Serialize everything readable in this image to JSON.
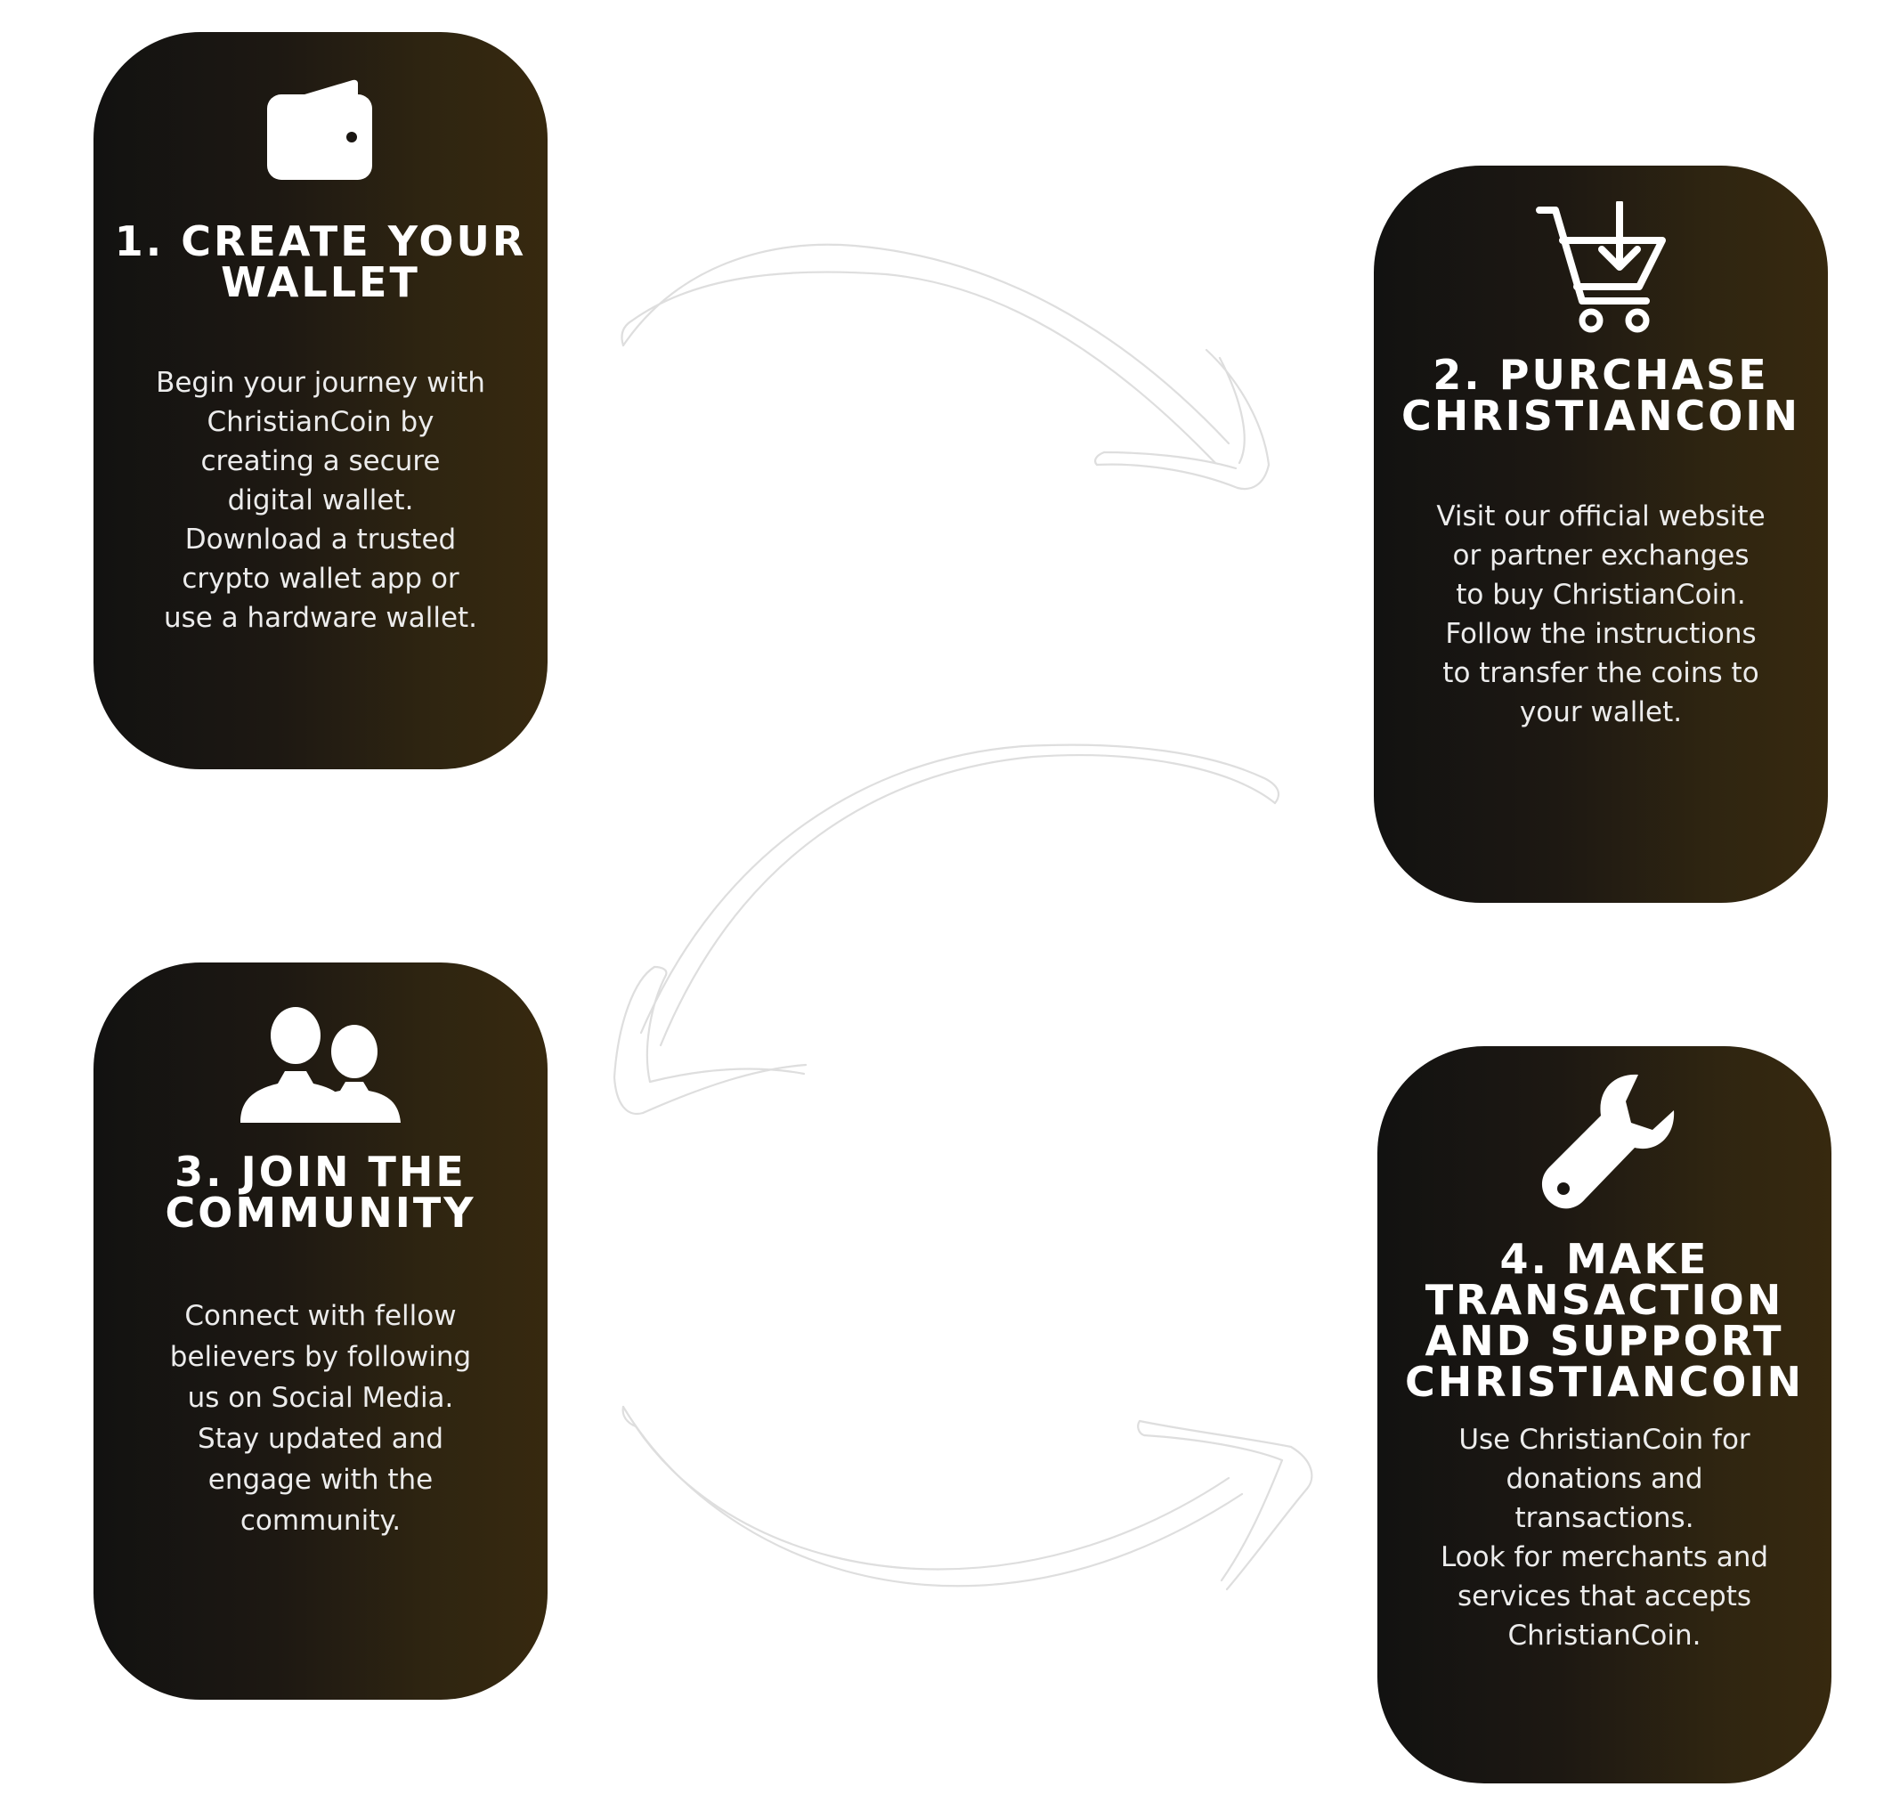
{
  "steps": [
    {
      "icon": "wallet-icon",
      "title": "1. CREATE  YOUR WALLET",
      "body": "Begin your journey with ChristianCoin by creating a secure digital wallet. Download a trusted crypto wallet app or use a hardware wallet."
    },
    {
      "icon": "cart-icon",
      "title": "2. PURCHASE CHRISTIANCOIN",
      "body": "Visit our official website or partner exchanges to buy ChristianCoin.\nFollow the instructions to transfer the coins to your wallet."
    },
    {
      "icon": "users-icon",
      "title": "3. JOIN THE COMMUNITY",
      "body": "Connect with fellow believers by following us on Social Media. Stay updated and engage with the community."
    },
    {
      "icon": "wrench-icon",
      "title": "4. MAKE TRANSACTION AND SUPPORT CHRISTIANCOIN",
      "body": "Use ChristianCoin for donations and transactions.\nLook for merchants and services that accepts ChristianCoin."
    }
  ],
  "colors": {
    "card_start": "#121211",
    "card_end": "#37290f",
    "text": "#ffffff",
    "arrow_stroke": "#dedede"
  }
}
